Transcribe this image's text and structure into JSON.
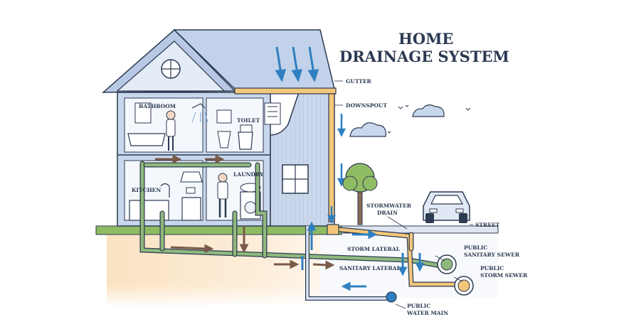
{
  "title": {
    "line1": "HOME",
    "line2": "DRAINAGE SYSTEM"
  },
  "rooms": {
    "bathroom": "BATHROOM",
    "toilet": "TOILET",
    "laundry": "LAUNDRY",
    "kitchen": "KITCHEN"
  },
  "labels": {
    "gutter": "GUTTER",
    "downspout": "DOWNSPOUT",
    "stormwater_drain_1": "STORMWATER",
    "stormwater_drain_2": "DRAIN",
    "street": "STREET",
    "storm_lateral": "STORM LATERAL",
    "sanitary_lateral": "SANITARY LATERAL",
    "public_sanitary_sewer_1": "PUBLIC",
    "public_sanitary_sewer_2": "SANITARY SEWER",
    "public_storm_sewer_1": "PUBLIC",
    "public_storm_sewer_2": "STORM SEWER",
    "public_water_main_1": "PUBLIC",
    "public_water_main_2": "WATER MAIN"
  },
  "colors": {
    "ink": "#2c3a52",
    "house_wall": "#c9d7ec",
    "house_roof": "#b7c9e4",
    "sanitary_pipe": "#8fb97c",
    "storm_pipe": "#f3c77a",
    "water_arrow": "#2f7fc1",
    "waste_arrow": "#7a5a49",
    "ground": "#8fbc63"
  }
}
